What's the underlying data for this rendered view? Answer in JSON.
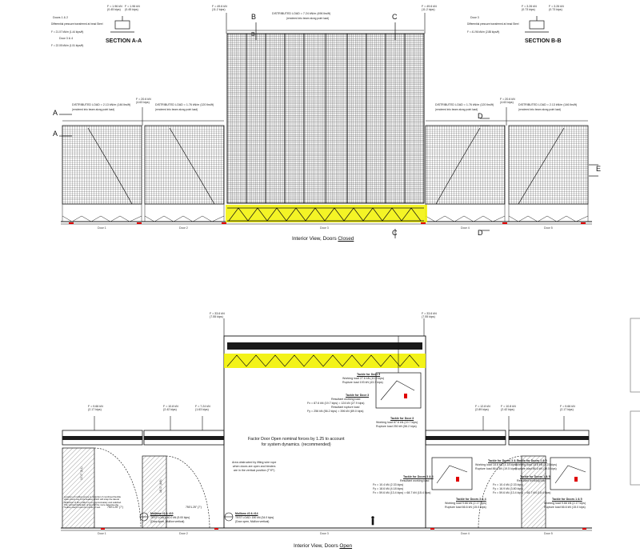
{
  "top": {
    "section_aa": {
      "title": "SECTION A-A",
      "door_label": "Doors 1 & 2",
      "desc": "Differential pressure transferred at head Steel",
      "force_1": "F = 21.07 kN/m (1.44 kips/ft)",
      "door_label_2": "Door 3 & 4",
      "force_2": "F = 22.05 kN/m (1.51 kips/ft)",
      "small_1": "F = 1.96 kN\n(0.45 kips)",
      "small_2": "F = 1.96 kN\n(0.45 kips)"
    },
    "section_bb": {
      "title": "SECTION B-B",
      "door_label": "Door 3",
      "desc": "Differential pressure transferred at head Steel",
      "force_1": "F = 41.96 kN/m (2.88 kips/ft)",
      "small_1": "F = 3.26 kN\n(0.73 kips)",
      "small_2": "F = 3.26 kN\n(0.73 kips)"
    },
    "center_load": {
      "text": "DISTRIBUTED LOAD = 7.24 kN/m (496 lbs/ft)",
      "sub": "(rendered into beam along point load)"
    },
    "center_force_left": "F = 49.6 kN\n(11.2 kips)",
    "center_force_right": "F = 49.6 kN\n(11.2 kips)",
    "left_load": {
      "text1": "DISTRIBUTED LOAD = 2.13 kN/m (146 lbs/ft)",
      "text2": "DISTRIBUTED LOAD = 1.76 kN/m (120 lbs/ft)",
      "sub": "(rendered into beam along point load)"
    },
    "right_load": {
      "text1": "DISTRIBUTED LOAD = 1.76 kN/m (120 lbs/ft)",
      "text2": "DISTRIBUTED LOAD = 2.13 kN/m (146 lbs/ft)",
      "sub": "(rendered into beam along point load)"
    },
    "left_force": "F = 20.6 kN\n(4.63 kips)",
    "right_force": "F = 20.6 kN\n(4.63 kips)",
    "markers": {
      "A1": "A",
      "A2": "A",
      "B1": "B",
      "B2": "B",
      "C1": "C",
      "C2": "C",
      "D1": "D",
      "D2": "D",
      "E": "E"
    },
    "doors": [
      "Door 1",
      "Door 2",
      "Door 3",
      "Door 4",
      "Door 5"
    ],
    "caption_prefix": "Interior View, Doors ",
    "caption_word": "Closed"
  },
  "bottom": {
    "top_force_left": "F = 33.6 kN\n(7.55 kips)",
    "top_force_right": "F = 33.6 kN\n(7.55 kips)",
    "tackle_door3": {
      "title": "Tackle for Door 3",
      "l1": "Working load 27.6 kN (10.9 kips)",
      "l2": "Rupture load 193 kN (43.3 kips)"
    },
    "tackle_door3b": {
      "title": "Tackle for Door 3",
      "l1": "Resultant working load",
      "l2": "Fx = 87.6 kN (19.7 kips) = 124 kN (27.9 kips)",
      "l3": "Resultant rupture load",
      "l4": "Fy = 256 kN (56.2 kips) = 396 kN (89.0 kips)"
    },
    "tackle_door3c": {
      "title": "Tackle for Door 3",
      "l1": "Working load 87.6 kN (19.7 kips)",
      "l2": "Rupture load 250 kN (56.2 kips)"
    },
    "note": "Factor Door Open nominal forces by 1.25 to account\nfor system dynamics. (recommended)",
    "area_note": "Area obstructed by lifting wire rope\nwhen doors are open and binders\nare in the vertical position (TYP.)",
    "left_forces": [
      "F = 9.66 kN\n(2.17 kips)",
      "F = 10.8 kN\n(2.42 kips)",
      "F = 7.24 kN\n(1.63 kips)"
    ],
    "right_forces": [
      "F = 12.8 kN\n(2.89 kips)",
      "F = 10.8 kN\n(2.42 kips)",
      "F = 9.66 kN\n(2.17 kips)"
    ],
    "left_dims": [
      "10'-0\" (3.1)",
      "16'-0\" (4.9)"
    ],
    "bottom_dims": [
      "750'1.25\" (7')",
      "750'1.25\" (7')"
    ],
    "mullion_1": {
      "title": "Mullions #1 & #10",
      "l1": "TEST LOAD: 40.0 kN (9.00 kips)",
      "l2": "(Door open, Mullion vertical)"
    },
    "mullion_2": {
      "title": "Mullions #2 & #14",
      "l1": "TEST LOAD: 150 kN (34.0 kips)",
      "l2": "(Door open, Mullion vertical)"
    },
    "left_note": "Location of mullion prone to distortion if combined flexible\nwhen doors are to be loaded, which will strap the lateral\ndeflection of the mullion to an approximately and satisfied.\nThe vertical deflection of gun will be more defective the\nmullion reach more the points of test.",
    "tackle_right_a": {
      "title": "Tackle for Doors 3 & 4",
      "l1": "Working load 18.6 kN (4.18 kips)",
      "l2": "Rupture load 86.6 kN (19.5 kips)"
    },
    "tackle_right_b": {
      "title": "Tackle for Doors 1 & 5",
      "l1": "Working load 18.8 kN (4.23 kips)",
      "l2": "Rupture load 86.6 kN (19.5 kips)"
    },
    "tackle_right_c": {
      "title": "Tackle for Doors 3 & 4",
      "l1": "Resultant working load",
      "l2": "Fx = 10.4 kN (2.33 kips)",
      "l3": "Fy = 18.6 kN (4.18 kips)",
      "l4": "Fx = 59.6 kN (13.4 kips) = 68.7 kN (15.4 kips)"
    },
    "tackle_right_d": {
      "title": "Tackle for Doors 1 & 5",
      "l1": "Resultant working load",
      "l2": "Fx = 10.4 kN (2.33 kips)",
      "l3": "Fy = 16.9 kN (3.80 kips)",
      "l4": "Fx = 59.6 kN (13.4 kips) = 68.7 kN (15.4 kips)"
    },
    "tackle_right_e": {
      "title": "Tackle for Doors 3 & 4",
      "l1": "Working load 9.66 kN (2.17 kips)",
      "l2": "Rupture load 66.6 kN (15.0 kips)"
    },
    "tackle_right_f": {
      "title": "Tackle for Doors 1 & 5",
      "l1": "Working load 9.66 kN (2.17 kips)",
      "l2": "Rupture load 66.6 kN (15.0 kips)"
    },
    "doors": [
      "Door 1",
      "Door 2",
      "Door 3",
      "Door 4",
      "Door 5"
    ],
    "caption_prefix": "Interior View, Doors ",
    "caption_word": "Open"
  },
  "colors": {
    "highlight": "#f2f200",
    "line": "#111111",
    "grid": "#3a3a3a",
    "red_mark": "#e00000"
  }
}
